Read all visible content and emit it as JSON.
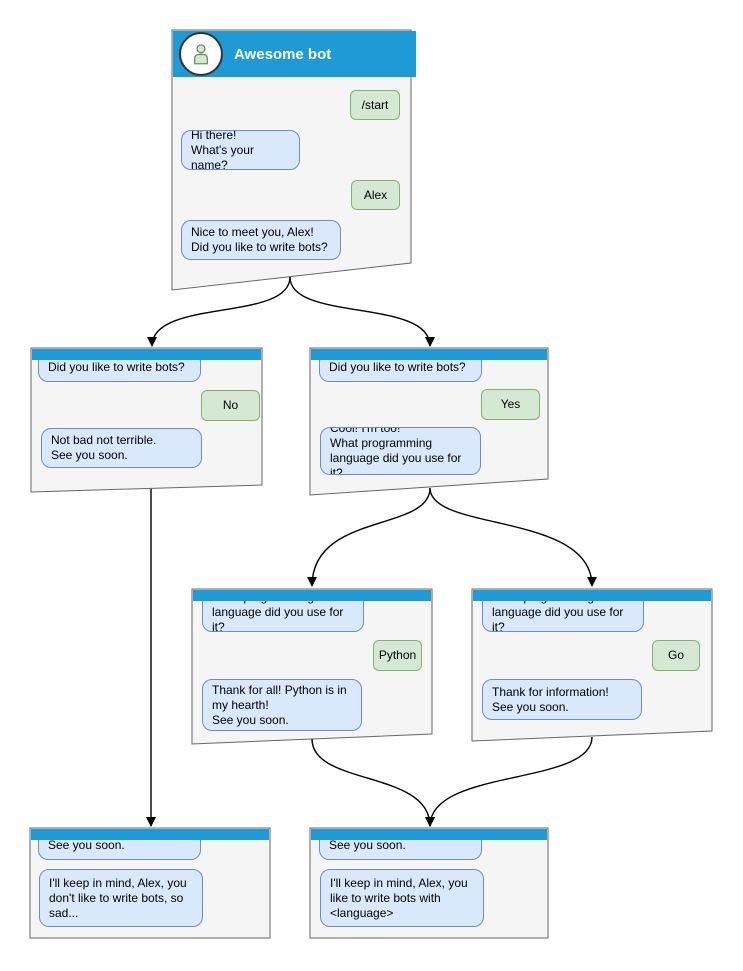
{
  "colors": {
    "header_blue": "#1E9BD7",
    "node_fill": "#F5F5F5",
    "node_border": "#666666",
    "bot_bubble_fill": "#DAE8FC",
    "bot_bubble_border": "#6C8EBF",
    "user_bubble_fill": "#D5E8D4",
    "user_bubble_border": "#82B366",
    "title_text": "#FFFFFF",
    "arrow": "#000000"
  },
  "nodes": {
    "root": {
      "title": "Awesome bot",
      "avatar": "person-icon",
      "bubbles": [
        {
          "from": "user",
          "text": "/start"
        },
        {
          "from": "bot",
          "text": "Hi there!\nWhat's your name?"
        },
        {
          "from": "user",
          "text": "Alex"
        },
        {
          "from": "bot",
          "text": "Nice to meet you, Alex!\nDid you like to write bots?"
        }
      ]
    },
    "no_branch": {
      "bubbles": [
        {
          "from": "bot",
          "text": "Did you like to write bots?"
        },
        {
          "from": "user",
          "text": "No"
        },
        {
          "from": "bot",
          "text": "Not bad not terrible.\nSee you soon."
        }
      ]
    },
    "yes_branch": {
      "bubbles": [
        {
          "from": "bot",
          "text": "Did you like to write bots?"
        },
        {
          "from": "user",
          "text": "Yes"
        },
        {
          "from": "bot",
          "text": "Cool! I'm too!\nWhat programming\nlanguage did you use for it?"
        }
      ]
    },
    "python_branch": {
      "bubbles": [
        {
          "from": "bot",
          "text": "What programming\nlanguage did you use for it?"
        },
        {
          "from": "user",
          "text": "Python"
        },
        {
          "from": "bot",
          "text": "Thank for all! Python is in\nmy hearth!\nSee you soon."
        }
      ]
    },
    "go_branch": {
      "bubbles": [
        {
          "from": "bot",
          "text": "What programming\nlanguage did you use for it?"
        },
        {
          "from": "user",
          "text": "Go"
        },
        {
          "from": "bot",
          "text": "Thank for information!\nSee you soon."
        }
      ]
    },
    "end_no": {
      "bubbles": [
        {
          "from": "bot",
          "text": "See you soon."
        },
        {
          "from": "bot",
          "text": "I'll keep in mind, Alex, you\ndon't like to write bots, so\nsad..."
        }
      ]
    },
    "end_yes": {
      "bubbles": [
        {
          "from": "bot",
          "text": "See you soon."
        },
        {
          "from": "bot",
          "text": "I'll keep in mind, Alex, you\nlike to write bots with\n<language>"
        }
      ]
    }
  },
  "edges": [
    {
      "from": "root",
      "to": "no_branch"
    },
    {
      "from": "root",
      "to": "yes_branch"
    },
    {
      "from": "yes_branch",
      "to": "python_branch"
    },
    {
      "from": "yes_branch",
      "to": "go_branch"
    },
    {
      "from": "no_branch",
      "to": "end_no"
    },
    {
      "from": "python_branch",
      "to": "end_yes"
    },
    {
      "from": "go_branch",
      "to": "end_yes"
    }
  ]
}
